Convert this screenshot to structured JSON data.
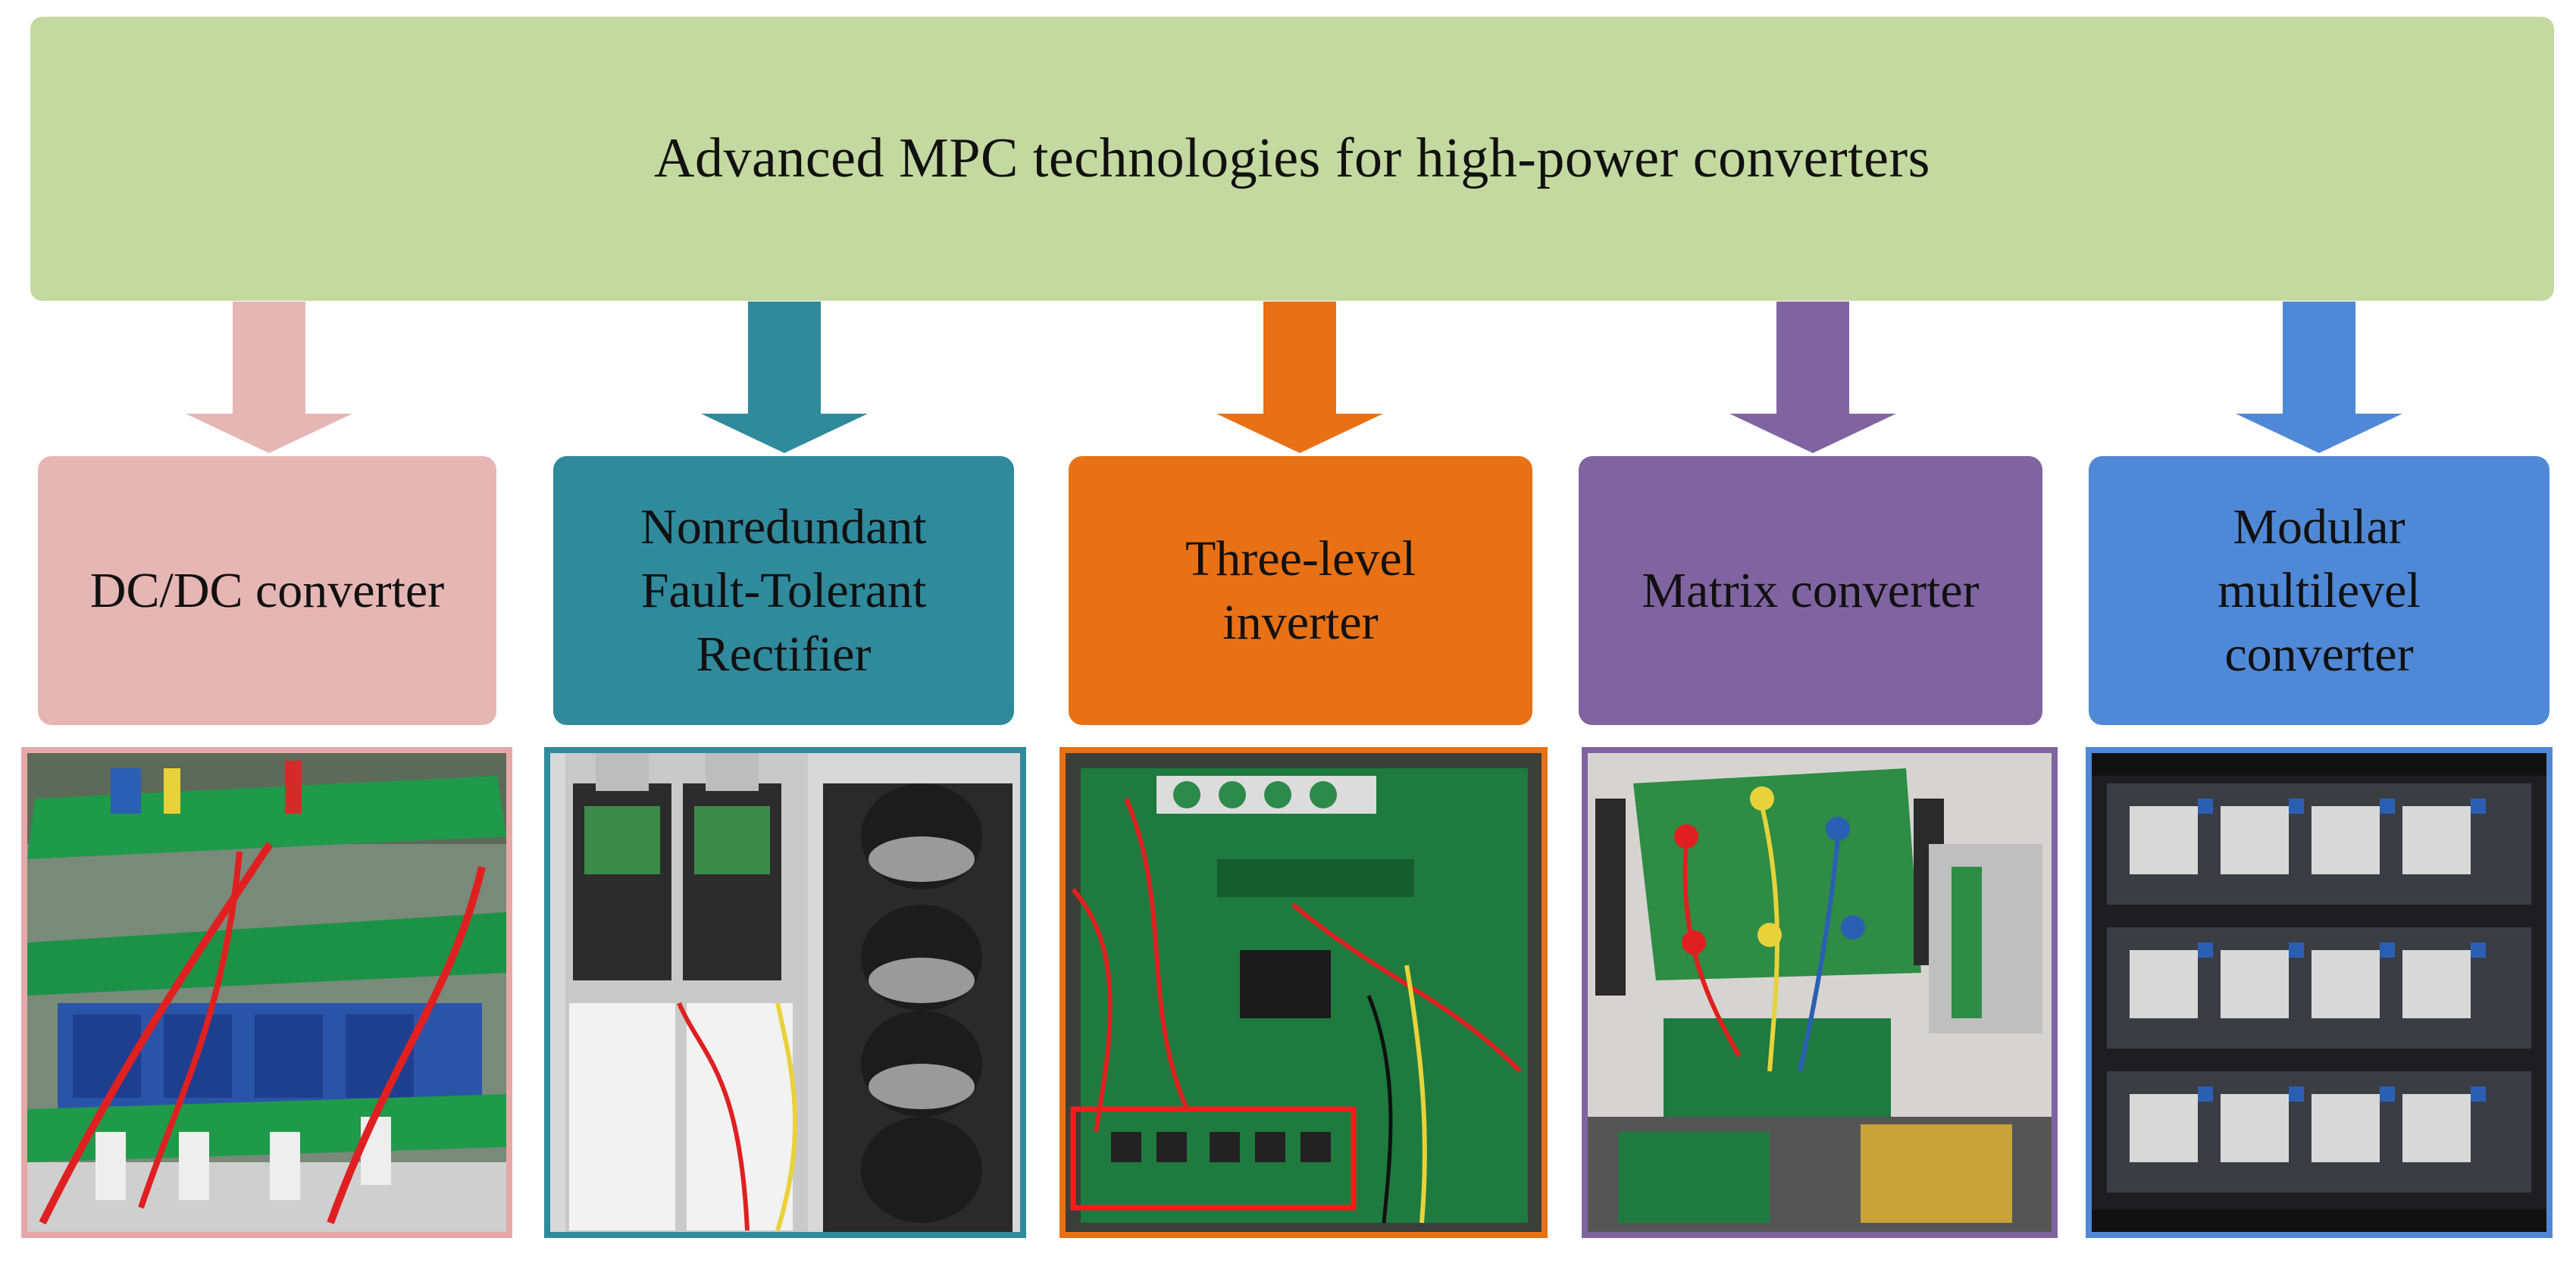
{
  "banner": {
    "title": "Advanced MPC technologies for high-power converters",
    "color": "#c4d9a0"
  },
  "columns": [
    {
      "id": "dcdc",
      "label": "DC/DC converter",
      "box_color": "#e6b6b5",
      "arrow_color": "#e6b6b5",
      "frame_color": "#e6a8a7",
      "photo": "stacked DC/DC converter boards"
    },
    {
      "id": "nfr",
      "label": "Nonredundant\nFault-Tolerant\nRectifier",
      "box_color": "#2f8a9c",
      "arrow_color": "#2f8a9c",
      "frame_color": "#2f8a9c",
      "photo": "rectifier modules and capacitors"
    },
    {
      "id": "tli",
      "label": "Three-level\ninverter",
      "box_color": "#e87115",
      "arrow_color": "#e87115",
      "frame_color": "#e87115",
      "photo": "three-level inverter board with highlighted region"
    },
    {
      "id": "mc",
      "label": "Matrix converter",
      "box_color": "#8064a2",
      "arrow_color": "#8064a2",
      "frame_color": "#8064a2",
      "photo": "matrix converter prototype"
    },
    {
      "id": "mmc",
      "label": "Modular\nmultilevel\nconverter",
      "box_color": "#4f88d6",
      "arrow_color": "#4f88d6",
      "frame_color": "#4f88d6",
      "photo": "modular multilevel converter cabinet"
    }
  ]
}
